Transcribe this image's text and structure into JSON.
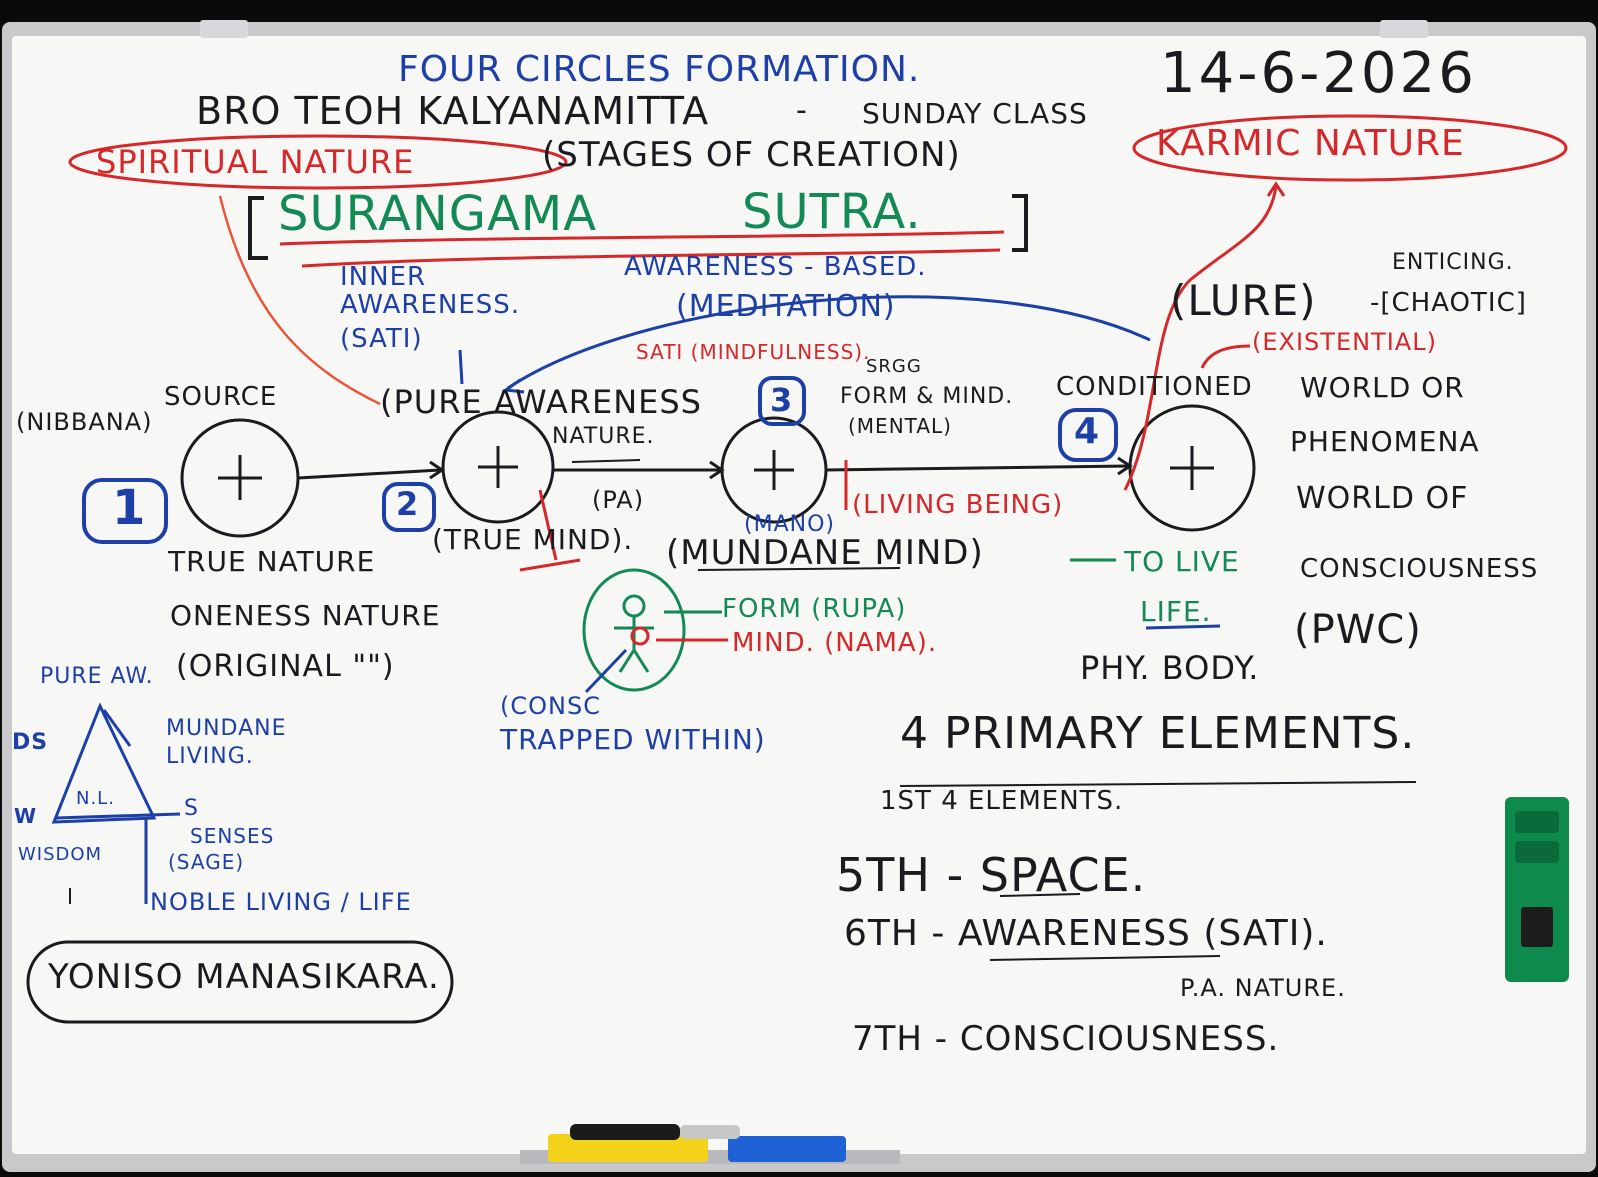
{
  "header": {
    "title": "Four circles formation.",
    "teacher": "Bro Teoh Kalyanamitta",
    "dash": "-",
    "class_name": "Sunday class",
    "date": "14-6-2026"
  },
  "spiritual": {
    "label": "Spiritual nature",
    "stages": "(Stages of creation)"
  },
  "karmic": {
    "label": "Karmic nature"
  },
  "sutra": {
    "part1": "Surangama",
    "part2": "Sutra."
  },
  "upper": {
    "inner": "Inner",
    "awareness": "Awareness.",
    "sati": "(Sati)",
    "based": "Awareness - based.",
    "meditation": "(Meditation)",
    "sati_mindfulness": "Sati (Mindfulness).",
    "srgg": "SRGG",
    "form_mind": "Form & mind.",
    "mental": "(Mental)",
    "conditioned": "Conditioned",
    "lure": "(Lure)",
    "enticing": "Enticing.",
    "chaotic": "-[Chaotic]",
    "existential": "(Existential)"
  },
  "circles": [
    {
      "num": "1",
      "label": "Source",
      "note": "(Nibbana)"
    },
    {
      "num": "2",
      "label": "(Pure Awareness",
      "sub": "Nature."
    },
    {
      "num": "3"
    },
    {
      "num": "4"
    }
  ],
  "middle": {
    "pa": "(PA)",
    "true_mind": "(True mind).",
    "mano": "(Mano)",
    "mundane_mind": "(Mundane Mind)",
    "living_being": "(Living being)",
    "to_live": "To Live",
    "life": "Life.",
    "true_nature": "True nature",
    "oneness": "Oneness nature",
    "original": "(Original \"\")",
    "world_or": "World or",
    "phenomena": "Phenomena",
    "world_of": "World of",
    "consciousness": "Consciousness",
    "pwc": "(PWC)"
  },
  "figure": {
    "form": "Form (Rupa)",
    "mind": "Mind. (Nama).",
    "consc": "(Consc",
    "trapped": "Trapped within)"
  },
  "triangle": {
    "pure": "Pure Aw.",
    "ds": "DS",
    "w": "W",
    "nl": "N.L.",
    "s": "S",
    "mundane": "Mundane",
    "living": "Living.",
    "senses": "Senses",
    "sage": "(Sage)",
    "wisdom": "Wisdom",
    "noble": "Noble Living / Life",
    "yoniso": "Yoniso Manasikara."
  },
  "elements": {
    "phy_body": "Phy. Body.",
    "primary": "4 Primary Elements.",
    "first4": "1st 4 Elements.",
    "fifth": "5th - Space.",
    "sixth": "6th - Awareness (Sati).",
    "pa_nature": "P.A. Nature.",
    "seventh": "7th - Consciousness."
  },
  "colors": {
    "blue": "#1d3fa8",
    "red": "#d6282a",
    "black": "#1b1b1f",
    "green": "#138a55"
  }
}
